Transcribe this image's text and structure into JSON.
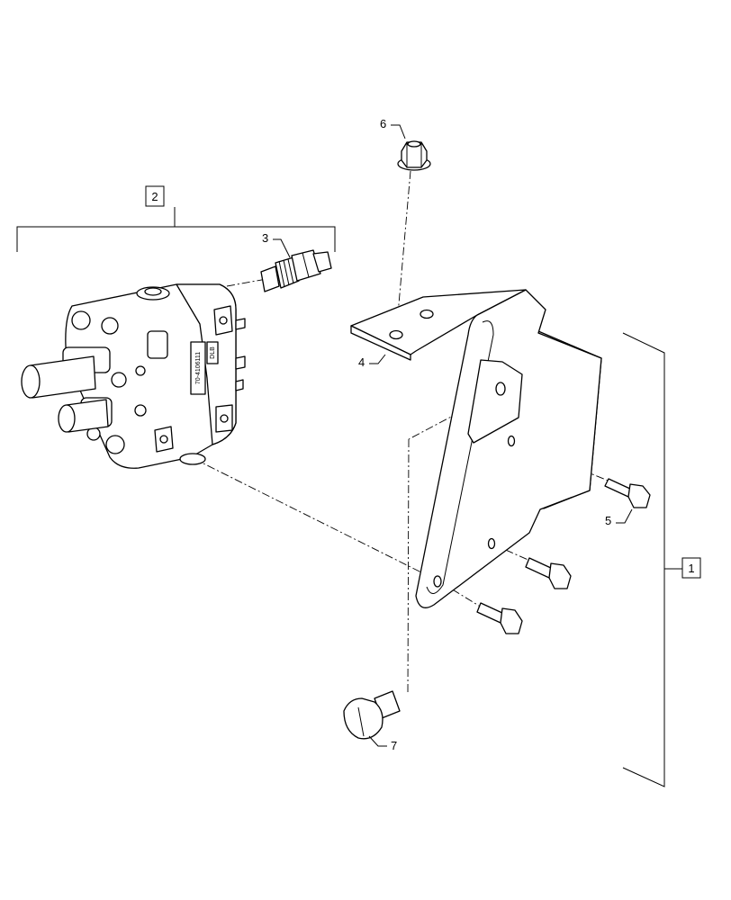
{
  "callouts": {
    "c1": "1",
    "c2": "2",
    "c3": "3",
    "c4": "4",
    "c5": "5",
    "c6": "6",
    "c7": "7"
  },
  "valve_markings": {
    "part_number": "70-4106111",
    "code": "DLB"
  },
  "colors": {
    "line": "#000000",
    "background": "#ffffff"
  }
}
